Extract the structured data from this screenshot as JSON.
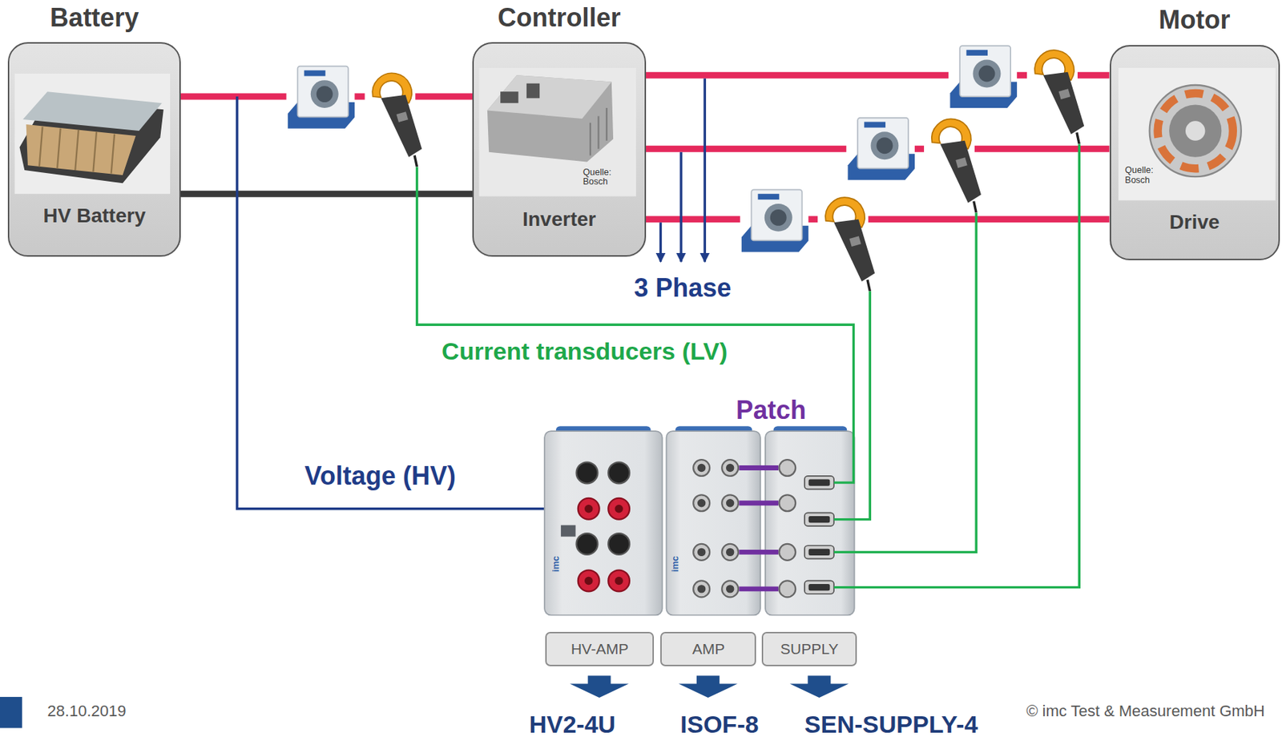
{
  "diagram": {
    "nodes": [
      {
        "text": [
          "Battery",
          "HV Battery"
        ]
      },
      {
        "text": [
          "Controller",
          "Inverter"
        ]
      },
      {
        "text": [
          "Motor",
          "Drive"
        ]
      },
      {
        "text": [
          "HV-AMP"
        ]
      },
      {
        "text": [
          "AMP"
        ]
      },
      {
        "text": [
          "SUPPLY"
        ]
      }
    ],
    "edges": [
      {
        "from": 0,
        "to": 1,
        "arrow": "none"
      },
      {
        "from": 0,
        "to": 1,
        "arrow": "none"
      },
      {
        "from": 1,
        "to": 2,
        "arrow": "none"
      },
      {
        "from": 1,
        "to": 2,
        "arrow": "none"
      },
      {
        "from": 1,
        "to": 2,
        "arrow": "none"
      }
    ],
    "labels": [
      "Quelle: Bosch",
      "Quelle: Bosch",
      "3 Phase",
      "Current transducers (LV)",
      "Patch",
      "Voltage (HV)",
      "imc",
      "imc",
      "HV2-4U",
      "ISOF-8",
      "SEN-SUPPLY-4",
      "28.10.2019",
      "© imc Test & Measurement GmbH"
    ]
  }
}
